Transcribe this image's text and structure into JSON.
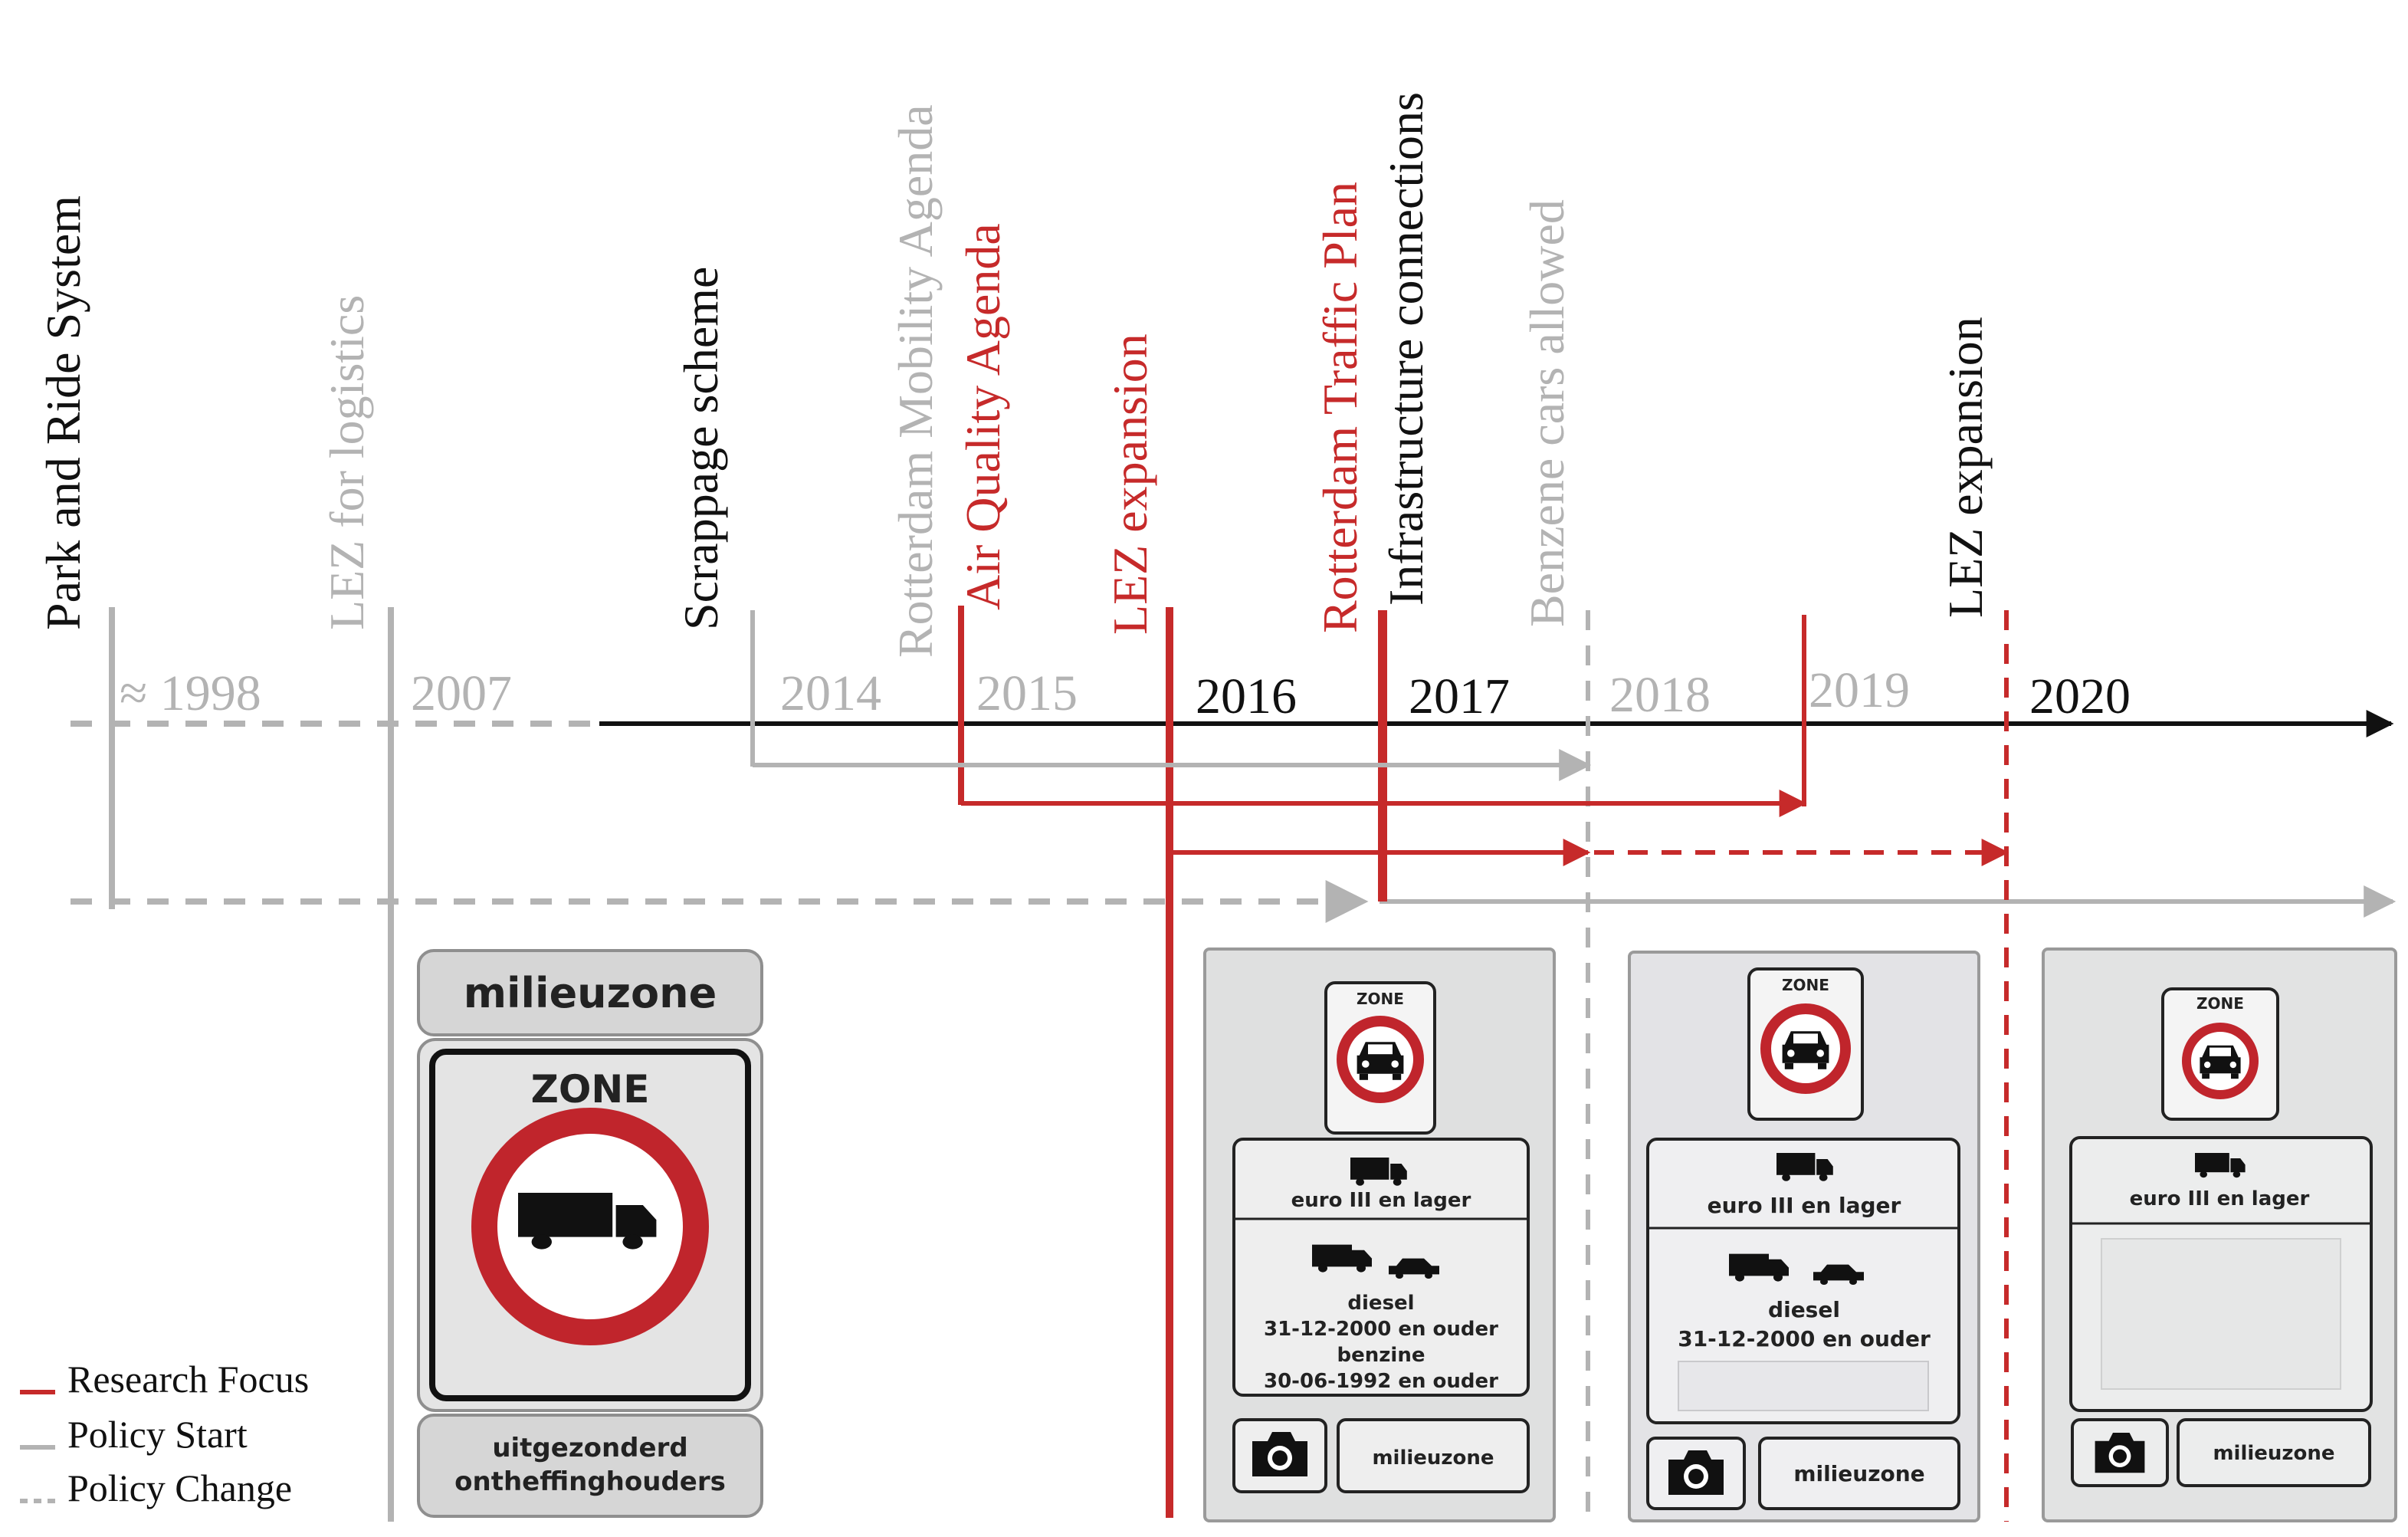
{
  "colors": {
    "research_focus": "#c62a2a",
    "policy_start": "#b3b3b3",
    "policy_change": "#b3b3b3",
    "main_axis": "#111111",
    "sign_red": "#c0252c"
  },
  "policies": [
    {
      "id": "park-and-ride",
      "label": "Park and Ride System",
      "color": "#111111"
    },
    {
      "id": "lez-logistics",
      "label": "LEZ for logistics",
      "color": "#b3b3b3"
    },
    {
      "id": "scrappage",
      "label": "Scrappage scheme",
      "color": "#111111"
    },
    {
      "id": "mobility-agenda",
      "label": "Rotterdam Mobility Agenda",
      "color": "#b3b3b3"
    },
    {
      "id": "air-quality",
      "label": "Air Quality Agenda",
      "color": "#c62a2a"
    },
    {
      "id": "lez-exp-2016",
      "label": "LEZ expansion",
      "color": "#c62a2a"
    },
    {
      "id": "traffic-plan",
      "label": "Rotterdam Traffic Plan",
      "color": "#c62a2a"
    },
    {
      "id": "infrastructure",
      "label": "Infrastructure connections",
      "color": "#111111"
    },
    {
      "id": "benzene",
      "label": "Benzene cars allowed",
      "color": "#b3b3b3"
    },
    {
      "id": "lez-exp-2020",
      "label": "LEZ expansion",
      "color": "#111111"
    }
  ],
  "years": [
    {
      "label": "≈ 1998",
      "color": "#b3b3b3"
    },
    {
      "label": "2007",
      "color": "#b3b3b3"
    },
    {
      "label": "2014",
      "color": "#b3b3b3"
    },
    {
      "label": "2015",
      "color": "#b3b3b3"
    },
    {
      "label": "2016",
      "color": "#111111"
    },
    {
      "label": "2017",
      "color": "#111111"
    },
    {
      "label": "2018",
      "color": "#b3b3b3"
    },
    {
      "label": "2019",
      "color": "#b3b3b3"
    },
    {
      "label": "2020",
      "color": "#111111"
    }
  ],
  "legend": [
    {
      "label": "Research Focus",
      "color": "#c62a2a",
      "style": "solid"
    },
    {
      "label": "Policy Start",
      "color": "#b3b3b3",
      "style": "solid"
    },
    {
      "label": "Policy Change",
      "color": "#b3b3b3",
      "style": "dotted"
    }
  ],
  "signs": {
    "sign_2007": {
      "top": "milieuzone",
      "zone": "ZONE",
      "bottom_1": "uitgezonderd",
      "bottom_2": "ontheffinghouders"
    },
    "sign_2016": {
      "zone": "ZONE",
      "truck_text": "euro III en lager",
      "line1": "diesel",
      "line2": "31-12-2000 en ouder",
      "line3": "benzine",
      "line4": "30-06-1992 en ouder",
      "footer": "milieuzone"
    },
    "sign_2018": {
      "zone": "ZONE",
      "truck_text": "euro III en lager",
      "line1": "diesel",
      "line2": "31-12-2000 en ouder",
      "footer": "milieuzone"
    },
    "sign_2020": {
      "zone": "ZONE",
      "truck_text": "euro III en lager",
      "footer": "milieuzone"
    }
  }
}
